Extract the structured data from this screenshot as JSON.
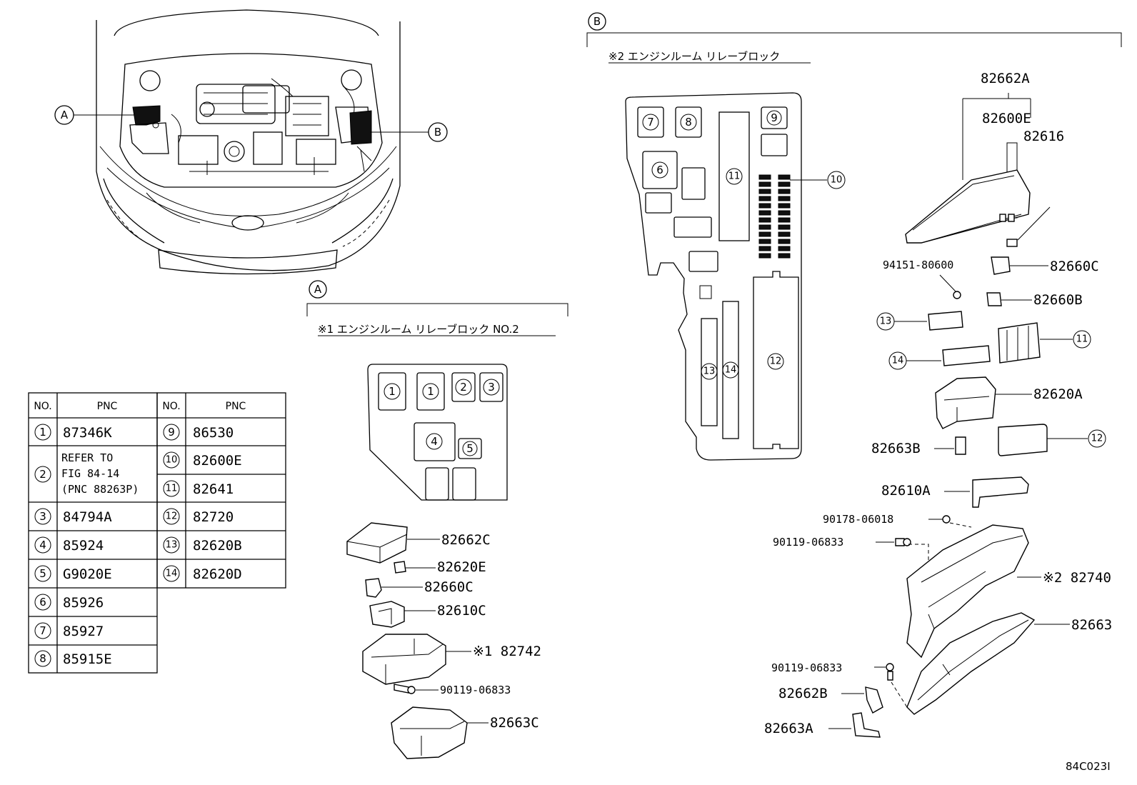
{
  "diagram_id": "84C023I",
  "callouts": {
    "a": "A",
    "b": "B"
  },
  "section_a": {
    "marker": "A",
    "title": "※1 エンジンルーム リレーブロック NO.2",
    "block_slots": [
      "1",
      "1",
      "2",
      "3",
      "4",
      "5"
    ],
    "parts": [
      "82662C",
      "82620E",
      "82660C",
      "82610C",
      "※1 82742",
      "90119-06833",
      "82663C"
    ]
  },
  "section_b": {
    "marker": "B",
    "title": "※2 エンジンルーム リレーブロック",
    "block_slots": [
      "7",
      "8",
      "9",
      "6",
      "11",
      "10",
      "13",
      "14",
      "12"
    ],
    "parts": {
      "p1": "82662A",
      "p2": "82600E",
      "p3": "82616",
      "p4": "94151-80600",
      "p5": "82660C",
      "p6": "82660B",
      "p7": "13",
      "p8": "11",
      "p9": "14",
      "p10": "82620A",
      "p11": "12",
      "p12": "82663B",
      "p13": "82610A",
      "p14": "90178-06018",
      "p15": "90119-06833",
      "p16": "※2 82740",
      "p17": "82663",
      "p18": "90119-06833",
      "p19": "82662B",
      "p20": "82663A"
    }
  },
  "pnc_table": {
    "headers": {
      "no": "NO.",
      "pnc": "PNC"
    },
    "left": [
      {
        "no": "1",
        "pnc": "87346K"
      },
      {
        "no": "2",
        "pnc_lines": [
          "REFER TO",
          "FIG 84-14",
          "(PNC 88263P)"
        ]
      },
      {
        "no": "3",
        "pnc": "84794A"
      },
      {
        "no": "4",
        "pnc": "85924"
      },
      {
        "no": "5",
        "pnc": "G9020E"
      },
      {
        "no": "6",
        "pnc": "85926"
      },
      {
        "no": "7",
        "pnc": "85927"
      },
      {
        "no": "8",
        "pnc": "85915E"
      }
    ],
    "right": [
      {
        "no": "9",
        "pnc": "86530"
      },
      {
        "no": "10",
        "pnc": "82600E"
      },
      {
        "no": "11",
        "pnc": "82641"
      },
      {
        "no": "12",
        "pnc": "82720"
      },
      {
        "no": "13",
        "pnc": "82620B"
      },
      {
        "no": "14",
        "pnc": "82620D"
      }
    ]
  }
}
